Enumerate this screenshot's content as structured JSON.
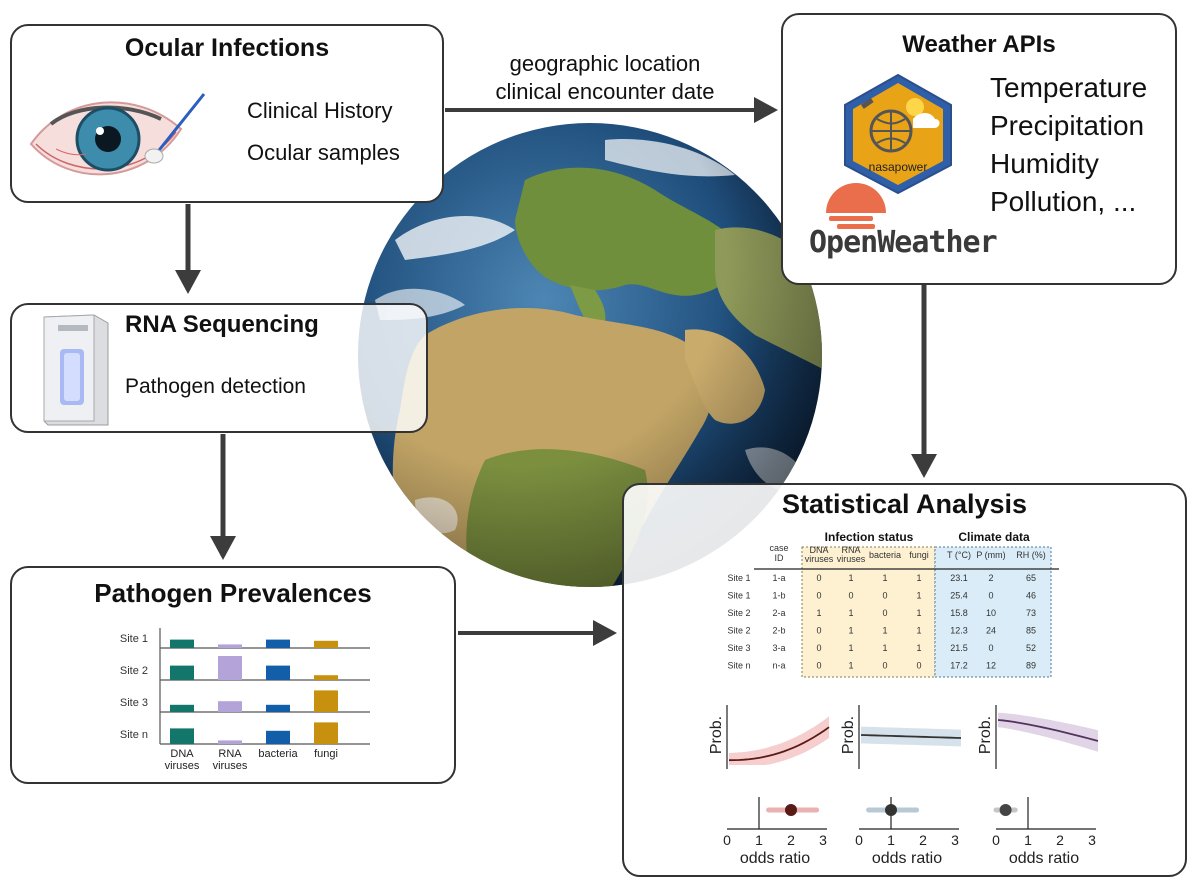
{
  "ocular": {
    "title": "Ocular Infections",
    "items": [
      "Clinical History",
      "Ocular samples"
    ]
  },
  "link": {
    "line1": "geographic location",
    "line2": "clinical encounter date"
  },
  "weather": {
    "title": "Weather APIs",
    "items": [
      "Temperature",
      "Precipitation",
      "Humidity",
      "Pollution, ..."
    ],
    "nasa_label": "nasapower",
    "openweather_label": "OpenWeather"
  },
  "rna": {
    "title": "RNA Sequencing",
    "item": "Pathogen detection"
  },
  "prevalence": {
    "title": "Pathogen Prevalences",
    "sites": [
      "Site 1",
      "Site 2",
      "Site 3",
      "Site n"
    ],
    "categories": [
      "DNA viruses",
      "RNA viruses",
      "bacteria",
      "fungi"
    ],
    "colors": [
      "#13766b",
      "#b3a3d9",
      "#125ea8",
      "#c8900f"
    ]
  },
  "chart_data": [
    {
      "type": "bar",
      "sites": [
        "Site 1",
        "Site 2",
        "Site 3",
        "Site n"
      ],
      "categories": [
        "DNA viruses",
        "RNA viruses",
        "bacteria",
        "fungi"
      ],
      "values": [
        [
          0.35,
          0.15,
          0.35,
          0.3
        ],
        [
          0.6,
          1.0,
          0.6,
          0.2
        ],
        [
          0.3,
          0.45,
          0.3,
          0.9
        ],
        [
          0.65,
          0.15,
          0.55,
          0.9
        ]
      ]
    },
    {
      "type": "line",
      "xlabel": "",
      "ylabel": "Prob.",
      "trend": "increasing",
      "color": "#5a1a16",
      "band": "#f4c6c6"
    },
    {
      "type": "line",
      "xlabel": "",
      "ylabel": "Prob.",
      "trend": "flat",
      "color": "#333333",
      "band": "#cfdde8"
    },
    {
      "type": "line",
      "xlabel": "",
      "ylabel": "Prob.",
      "trend": "decreasing",
      "color": "#55335f",
      "band": "#dccde2"
    },
    {
      "type": "scatter",
      "xlabel": "odds ratio",
      "ticks": [
        0,
        1,
        2,
        3
      ],
      "xlim": [
        0,
        3
      ],
      "estimate": 2.0,
      "ci": [
        1.3,
        2.8
      ],
      "color": "#5a1a16",
      "ci_color": "#e8b2b2"
    },
    {
      "type": "scatter",
      "xlabel": "odds ratio",
      "ticks": [
        0,
        1,
        2,
        3
      ],
      "xlim": [
        0,
        3
      ],
      "estimate": 1.0,
      "ci": [
        0.3,
        1.8
      ],
      "color": "#333333",
      "ci_color": "#b8c9d6"
    },
    {
      "type": "scatter",
      "xlabel": "odds ratio",
      "ticks": [
        0,
        1,
        2,
        3
      ],
      "xlim": [
        0,
        3
      ],
      "estimate": 0.3,
      "ci": [
        0.0,
        0.6
      ],
      "color": "#444444",
      "ci_color": "#c6c6c6"
    }
  ],
  "stats": {
    "title": "Statistical Analysis",
    "table": {
      "group_infection": "Infection status",
      "group_climate": "Climate data",
      "col_case": "case ID",
      "infection_cols": [
        "DNA viruses",
        "RNA viruses",
        "bacteria",
        "fungi"
      ],
      "climate_cols": [
        "T (°C)",
        "P (mm)",
        "RH (%)"
      ],
      "rows": [
        {
          "site": "Site 1",
          "case": "1-a",
          "inf": [
            "0",
            "1",
            "1",
            "1"
          ],
          "clim": [
            "23.1",
            "2",
            "65"
          ]
        },
        {
          "site": "Site 1",
          "case": "1-b",
          "inf": [
            "0",
            "0",
            "0",
            "1"
          ],
          "clim": [
            "25.4",
            "0",
            "46"
          ]
        },
        {
          "site": "Site 2",
          "case": "2-a",
          "inf": [
            "1",
            "1",
            "0",
            "1"
          ],
          "clim": [
            "15.8",
            "10",
            "73"
          ]
        },
        {
          "site": "Site 2",
          "case": "2-b",
          "inf": [
            "0",
            "1",
            "1",
            "1"
          ],
          "clim": [
            "12.3",
            "24",
            "85"
          ]
        },
        {
          "site": "Site 3",
          "case": "3-a",
          "inf": [
            "0",
            "1",
            "1",
            "1"
          ],
          "clim": [
            "21.5",
            "0",
            "52"
          ]
        },
        {
          "site": "Site n",
          "case": "n-a",
          "inf": [
            "0",
            "1",
            "0",
            "0"
          ],
          "clim": [
            "17.2",
            "12",
            "89"
          ]
        }
      ]
    },
    "colors": {
      "infection_bg": "#fdf1d2",
      "climate_bg": "#d9ecf7"
    }
  }
}
